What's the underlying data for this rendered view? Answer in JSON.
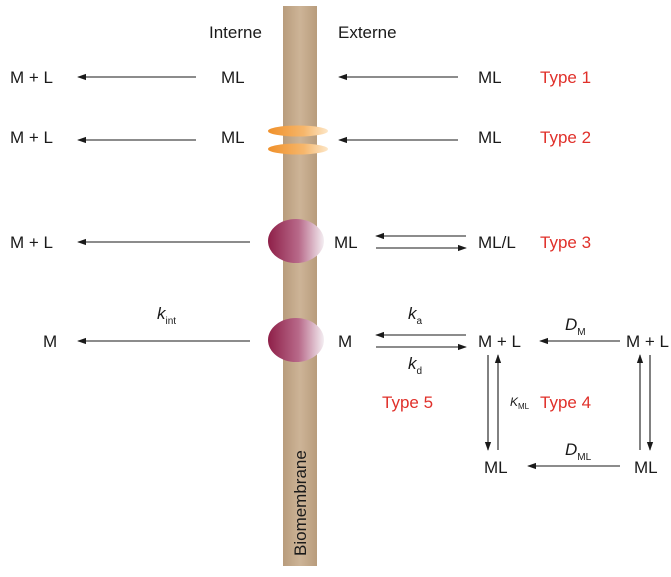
{
  "sides": {
    "inside": "Interne",
    "outside": "Externe"
  },
  "membrane_label": "Biomembrane",
  "types": {
    "type1": "Type 1",
    "type2": "Type 2",
    "type3": "Type 3",
    "type4": "Type 4",
    "type5": "Type 5"
  },
  "species": {
    "ML": "ML",
    "M_plus_L": "M + L",
    "ML_L": "ML/L",
    "M": "M"
  },
  "rates": {
    "k_int_main": "k",
    "k_int_sub": "int",
    "k_a_main": "k",
    "k_a_sub": "a",
    "k_d_main": "k",
    "k_d_sub": "d",
    "D_M_main": "D",
    "D_M_sub": "M",
    "D_ML_main": "D",
    "D_ML_sub": "ML",
    "K_ML_main": "K",
    "K_ML_sub": "ML"
  },
  "colors": {
    "membrane": "#c7ad8e",
    "membrane_edge": "#b39877",
    "channel_orange": "#f39a2e",
    "carrier_purple": "#98264f",
    "type_red": "#e0302a",
    "text": "#1a1a1a"
  }
}
